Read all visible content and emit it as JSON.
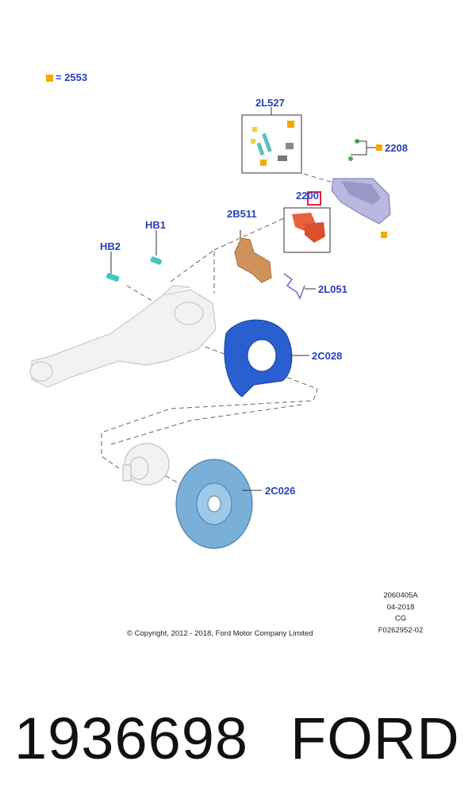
{
  "legend": {
    "symbol_color": "#f5a800",
    "text": "= 2553"
  },
  "callouts": {
    "c2L527": "2L527",
    "c2208": "2208",
    "c2200": "2200",
    "c2B511": "2B511",
    "cHB1": "HB1",
    "cHB2": "HB2",
    "c2L051": "2L051",
    "c2C028": "2C028",
    "c2C026": "2C026"
  },
  "colors": {
    "callout_text": "#2a3fb5",
    "brake_pads": "#e8603c",
    "caliper_bracket": "#d0925a",
    "dust_shield": "#2a5fd0",
    "brake_disc": "#7ab0d8",
    "caliper": "#a8a8d8",
    "bolts": "#3ec8c8",
    "highlight_box": "#e0203a"
  },
  "meta": {
    "code": "2060405A",
    "date": "04-2018",
    "cg": "CG",
    "figure": "F0262952-02",
    "copyright": "© Copyright, 2012 - 2018, Ford Motor Company Limited"
  },
  "footer": {
    "part_number": "1936698",
    "brand": "FORD"
  }
}
